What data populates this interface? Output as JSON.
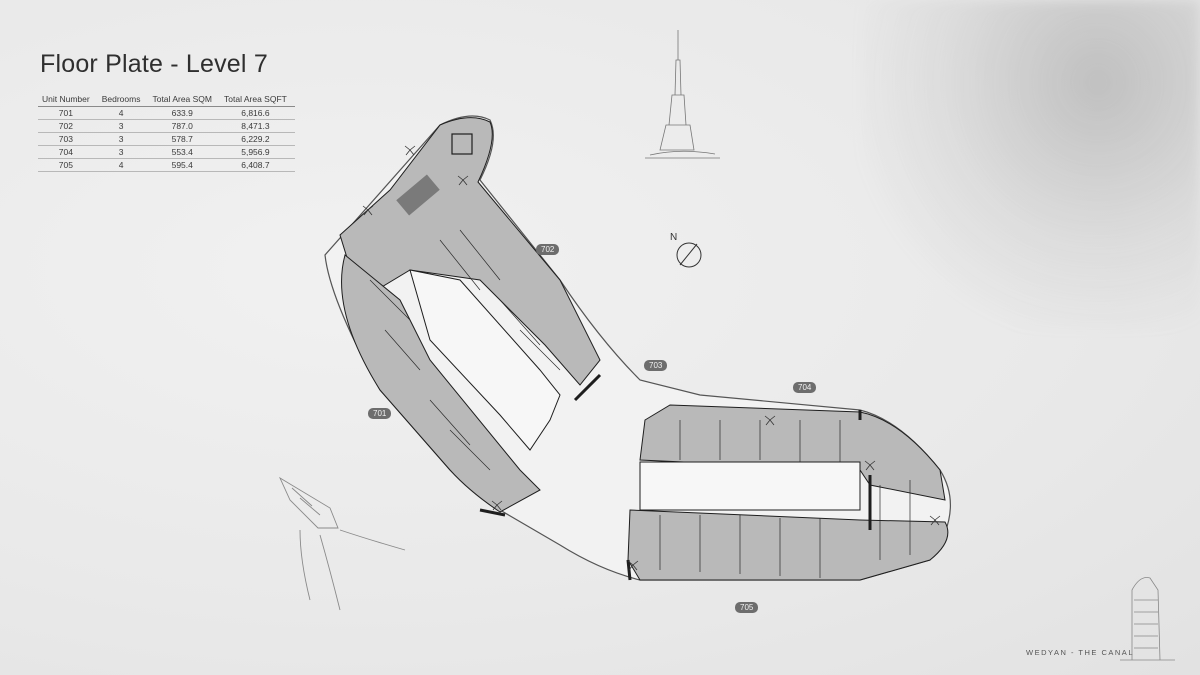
{
  "title": "Floor Plate - Level 7",
  "table": {
    "headers": [
      "Unit Number",
      "Bedrooms",
      "Total Area SQM",
      "Total Area SQFT"
    ],
    "rows": [
      [
        "701",
        "4",
        "633.9",
        "6,816.6"
      ],
      [
        "702",
        "3",
        "787.0",
        "8,471.3"
      ],
      [
        "703",
        "3",
        "578.7",
        "6,229.2"
      ],
      [
        "704",
        "3",
        "553.4",
        "5,956.9"
      ],
      [
        "705",
        "4",
        "595.4",
        "6,408.7"
      ]
    ]
  },
  "unit_labels": [
    "701",
    "702",
    "703",
    "704",
    "705"
  ],
  "compass_label": "N",
  "footer": "WEDYAN - THE CANAL",
  "colors": {
    "background": "#ececec",
    "unit_fill": "#b9b9b9",
    "corridor_fill": "#f2f2f2",
    "wall": "#1e1e1e",
    "tag": "#6d6d6d"
  }
}
